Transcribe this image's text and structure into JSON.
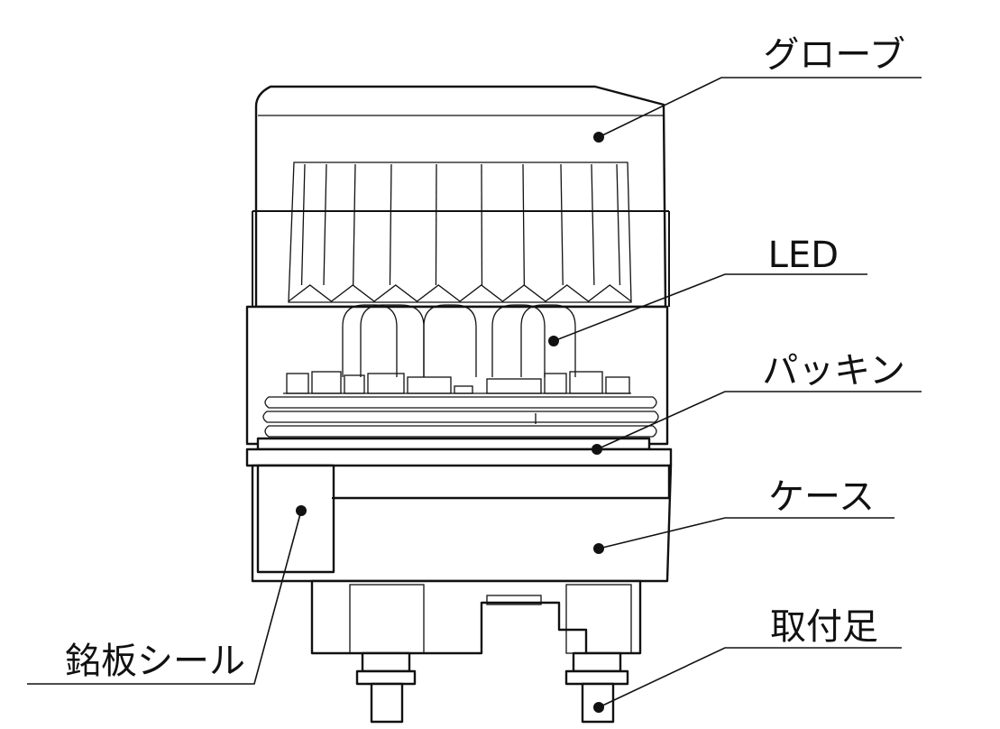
{
  "labels": {
    "globe": "グローブ",
    "led": "LED",
    "packing": "パッキン",
    "case": "ケース",
    "nameplate": "銘板シール",
    "mount": "取付足"
  },
  "colors": {
    "line": "#111111",
    "background": "#ffffff"
  }
}
